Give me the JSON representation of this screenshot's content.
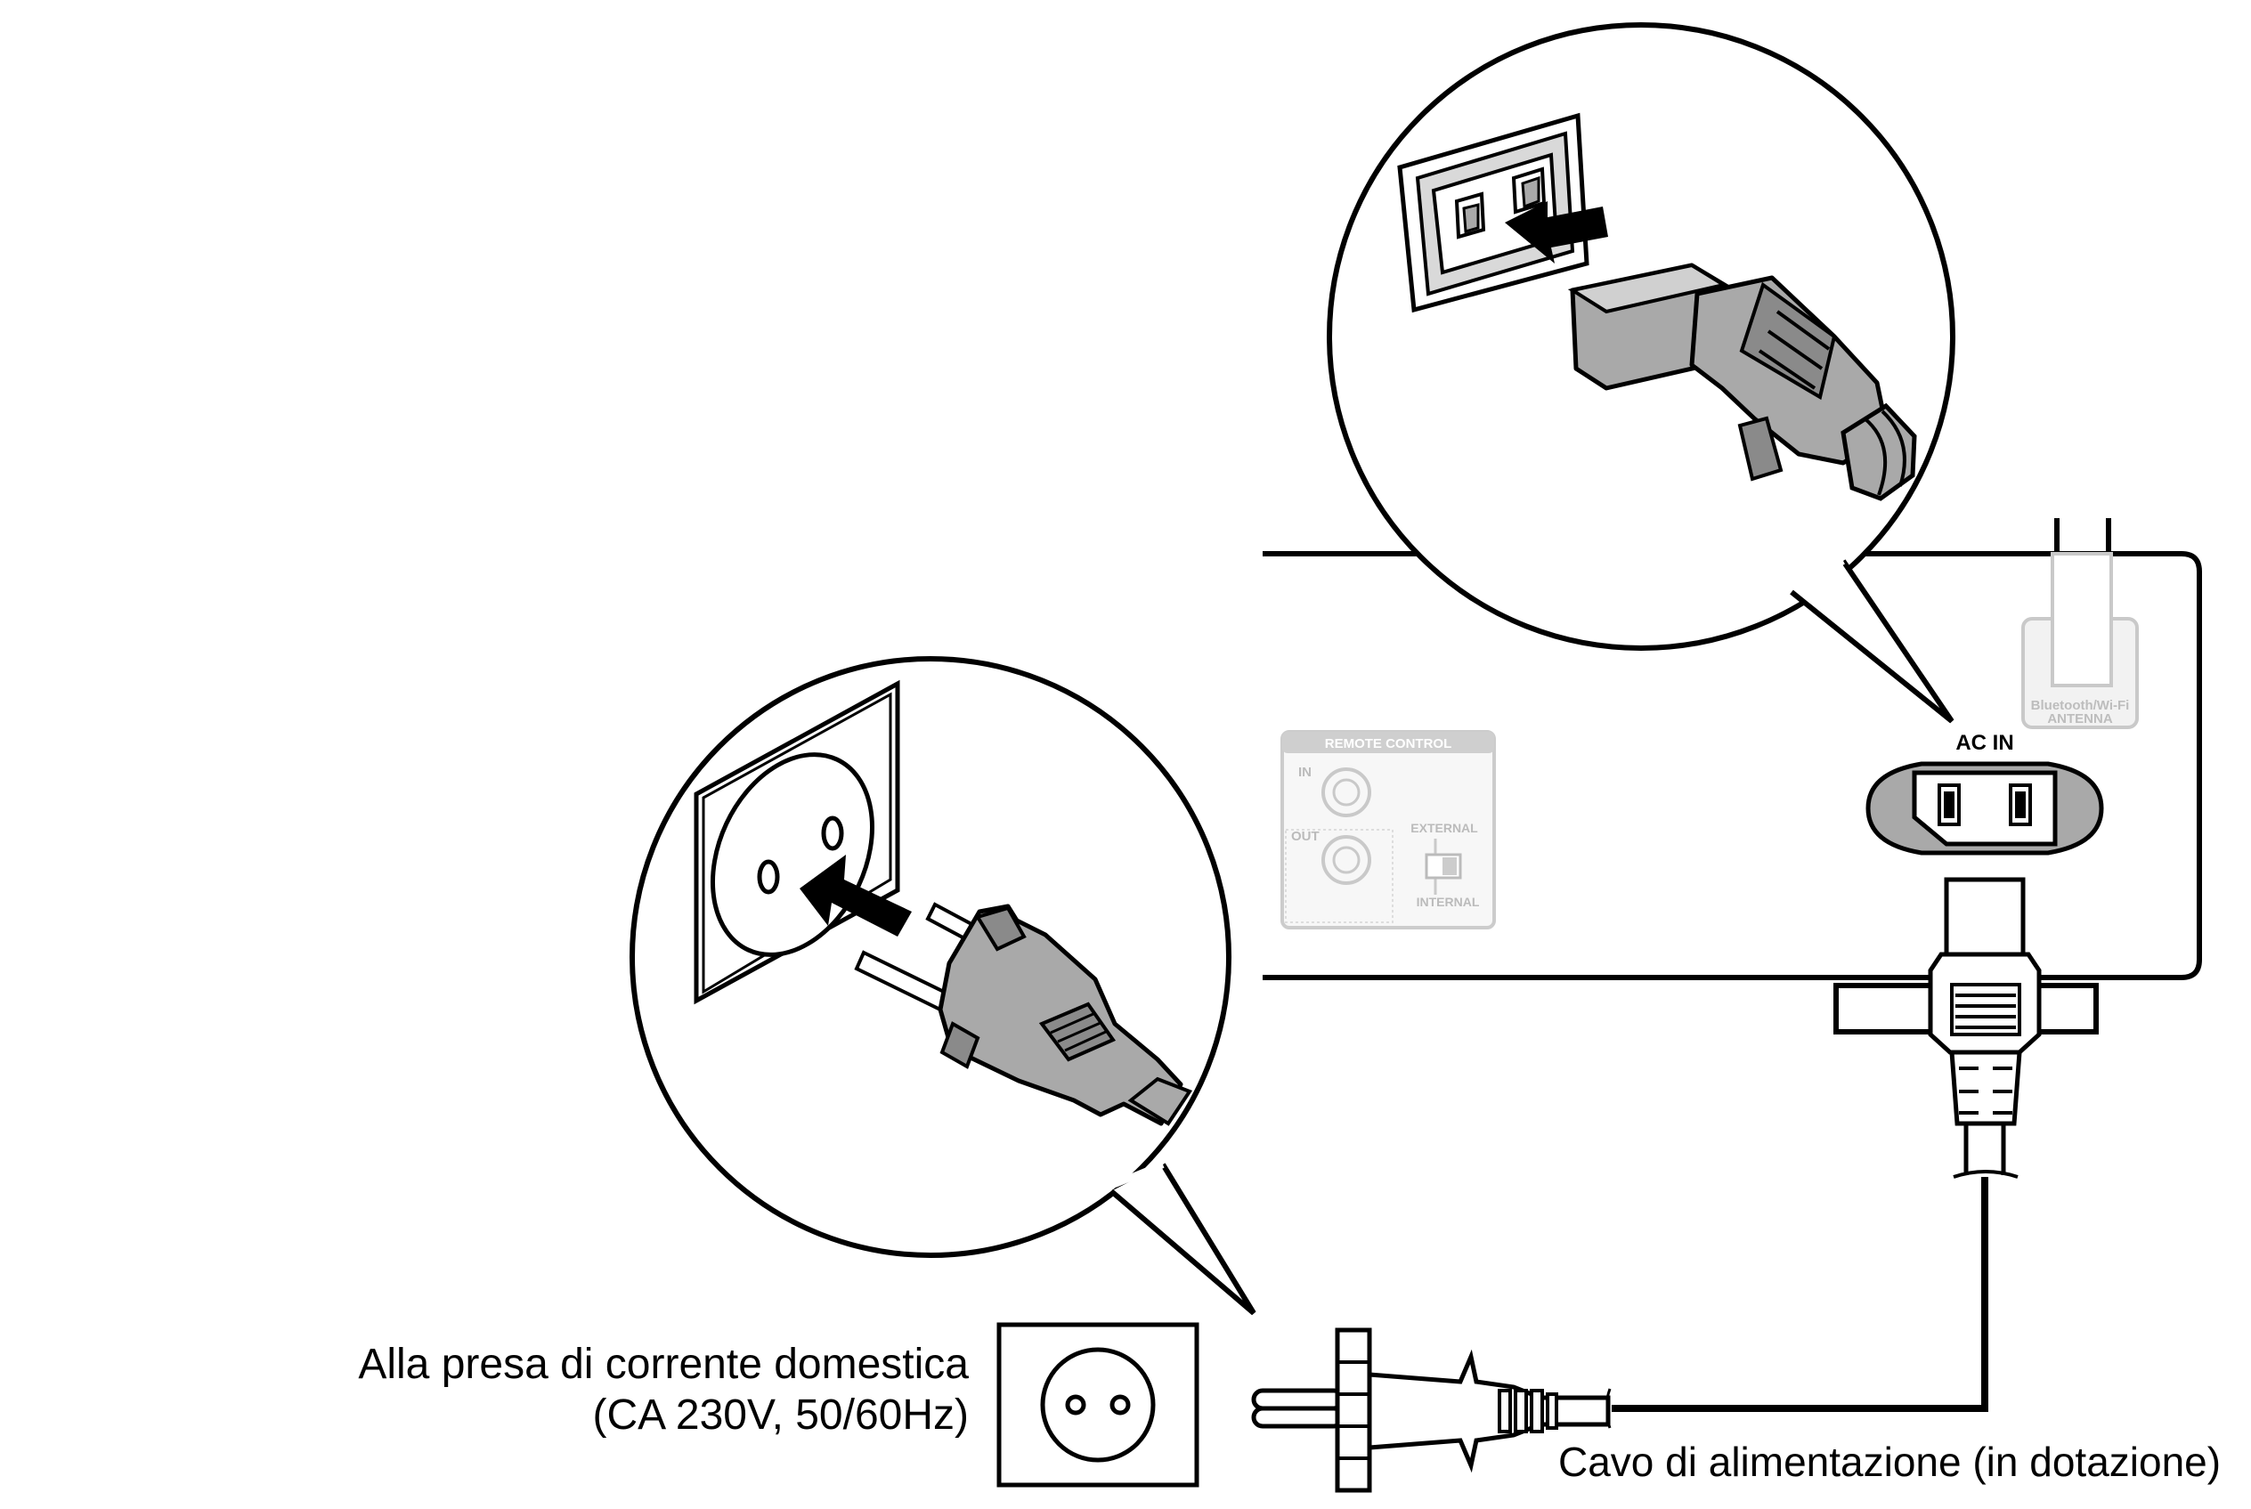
{
  "labels": {
    "outlet_line1": "Alla presa di corrente domestica",
    "outlet_line2": "(CA 230V, 50/60Hz)",
    "cable": "Cavo di alimentazione (in dotazione)"
  },
  "panel": {
    "ac_in": "AC IN",
    "antenna_line1": "Bluetooth/Wi-Fi",
    "antenna_line2": "ANTENNA",
    "remote_control": "REMOTE CONTROL",
    "in": "IN",
    "out": "OUT",
    "external": "EXTERNAL",
    "internal": "INTERNAL"
  },
  "colors": {
    "line": "#000000",
    "plug_fill": "#a9a9a9",
    "plug_shade": "#8a8a8a",
    "ghost": "#c9c9c9",
    "ghost_fill": "#ececec"
  },
  "icons": [
    "insert-arrow-icon",
    "wall-socket-icon",
    "euro-plug-icon",
    "iec-connector-icon"
  ]
}
